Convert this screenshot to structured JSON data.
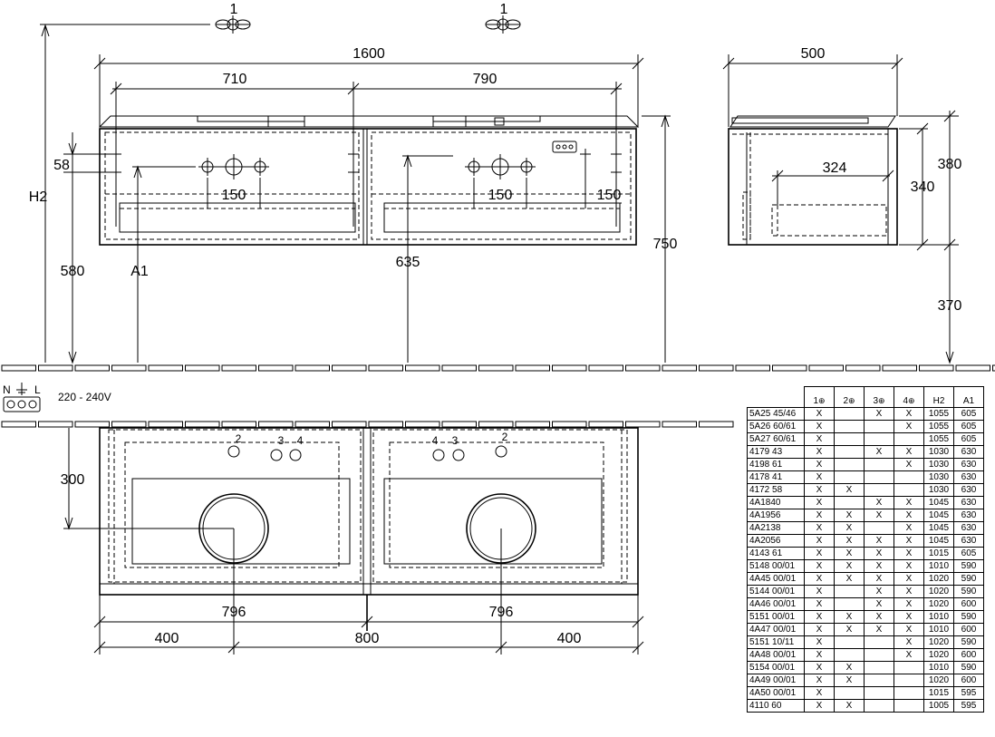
{
  "labels": {
    "one_top_left": "1",
    "one_top_right": "1",
    "w1600": "1600",
    "w710": "710",
    "w790": "790",
    "w500": "500",
    "d58": "58",
    "h2": "H2",
    "d580": "580",
    "a1": "A1",
    "d150a": "150",
    "d150b": "150",
    "d150c": "150",
    "d635": "635",
    "d750": "750",
    "d324": "324",
    "d380": "380",
    "d340": "340",
    "d370": "370",
    "nl": "N",
    "ll": "L",
    "voltage": "220 - 240V",
    "d300": "300",
    "p2a": "2",
    "p3a": "3",
    "p4a": "4",
    "p4b": "4",
    "p3b": "3",
    "p2b": "2",
    "d796a": "796",
    "d796b": "796",
    "d400a": "400",
    "d800": "800",
    "d400b": "400"
  },
  "table": {
    "headers": [
      "1",
      "2",
      "3",
      "4",
      "H2",
      "A1"
    ],
    "rows": [
      [
        "5A25 45/46",
        "X",
        "",
        "X",
        "X",
        "1055",
        "605"
      ],
      [
        "5A26 60/61",
        "X",
        "",
        "",
        "X",
        "1055",
        "605"
      ],
      [
        "5A27 60/61",
        "X",
        "",
        "",
        "",
        "1055",
        "605"
      ],
      [
        "4179 43",
        "X",
        "",
        "X",
        "X",
        "1030",
        "630"
      ],
      [
        "4198 61",
        "X",
        "",
        "",
        "X",
        "1030",
        "630"
      ],
      [
        "4178 41",
        "X",
        "",
        "",
        "",
        "1030",
        "630"
      ],
      [
        "4172 58",
        "X",
        "X",
        "",
        "",
        "1030",
        "630"
      ],
      [
        "4A1840",
        "X",
        "",
        "X",
        "X",
        "1045",
        "630"
      ],
      [
        "4A1956",
        "X",
        "X",
        "X",
        "X",
        "1045",
        "630"
      ],
      [
        "4A2138",
        "X",
        "X",
        "",
        "X",
        "1045",
        "630"
      ],
      [
        "4A2056",
        "X",
        "X",
        "X",
        "X",
        "1045",
        "630"
      ],
      [
        "4143 61",
        "X",
        "X",
        "X",
        "X",
        "1015",
        "605"
      ],
      [
        "5148 00/01",
        "X",
        "X",
        "X",
        "X",
        "1010",
        "590"
      ],
      [
        "4A45 00/01",
        "X",
        "X",
        "X",
        "X",
        "1020",
        "590"
      ],
      [
        "5144 00/01",
        "X",
        "",
        "X",
        "X",
        "1020",
        "590"
      ],
      [
        "4A46 00/01",
        "X",
        "",
        "X",
        "X",
        "1020",
        "600"
      ],
      [
        "5151 00/01",
        "X",
        "X",
        "X",
        "X",
        "1010",
        "590"
      ],
      [
        "4A47 00/01",
        "X",
        "X",
        "X",
        "X",
        "1010",
        "600"
      ],
      [
        "5151 10/11",
        "X",
        "",
        "",
        "X",
        "1020",
        "590"
      ],
      [
        "4A48 00/01",
        "X",
        "",
        "",
        "X",
        "1020",
        "600"
      ],
      [
        "5154 00/01",
        "X",
        "X",
        "",
        "",
        "1010",
        "590"
      ],
      [
        "4A49 00/01",
        "X",
        "X",
        "",
        "",
        "1020",
        "600"
      ],
      [
        "4A50 00/01",
        "X",
        "",
        "",
        "",
        "1015",
        "595"
      ],
      [
        "4110 60",
        "X",
        "X",
        "",
        "",
        "1005",
        "595"
      ]
    ]
  }
}
